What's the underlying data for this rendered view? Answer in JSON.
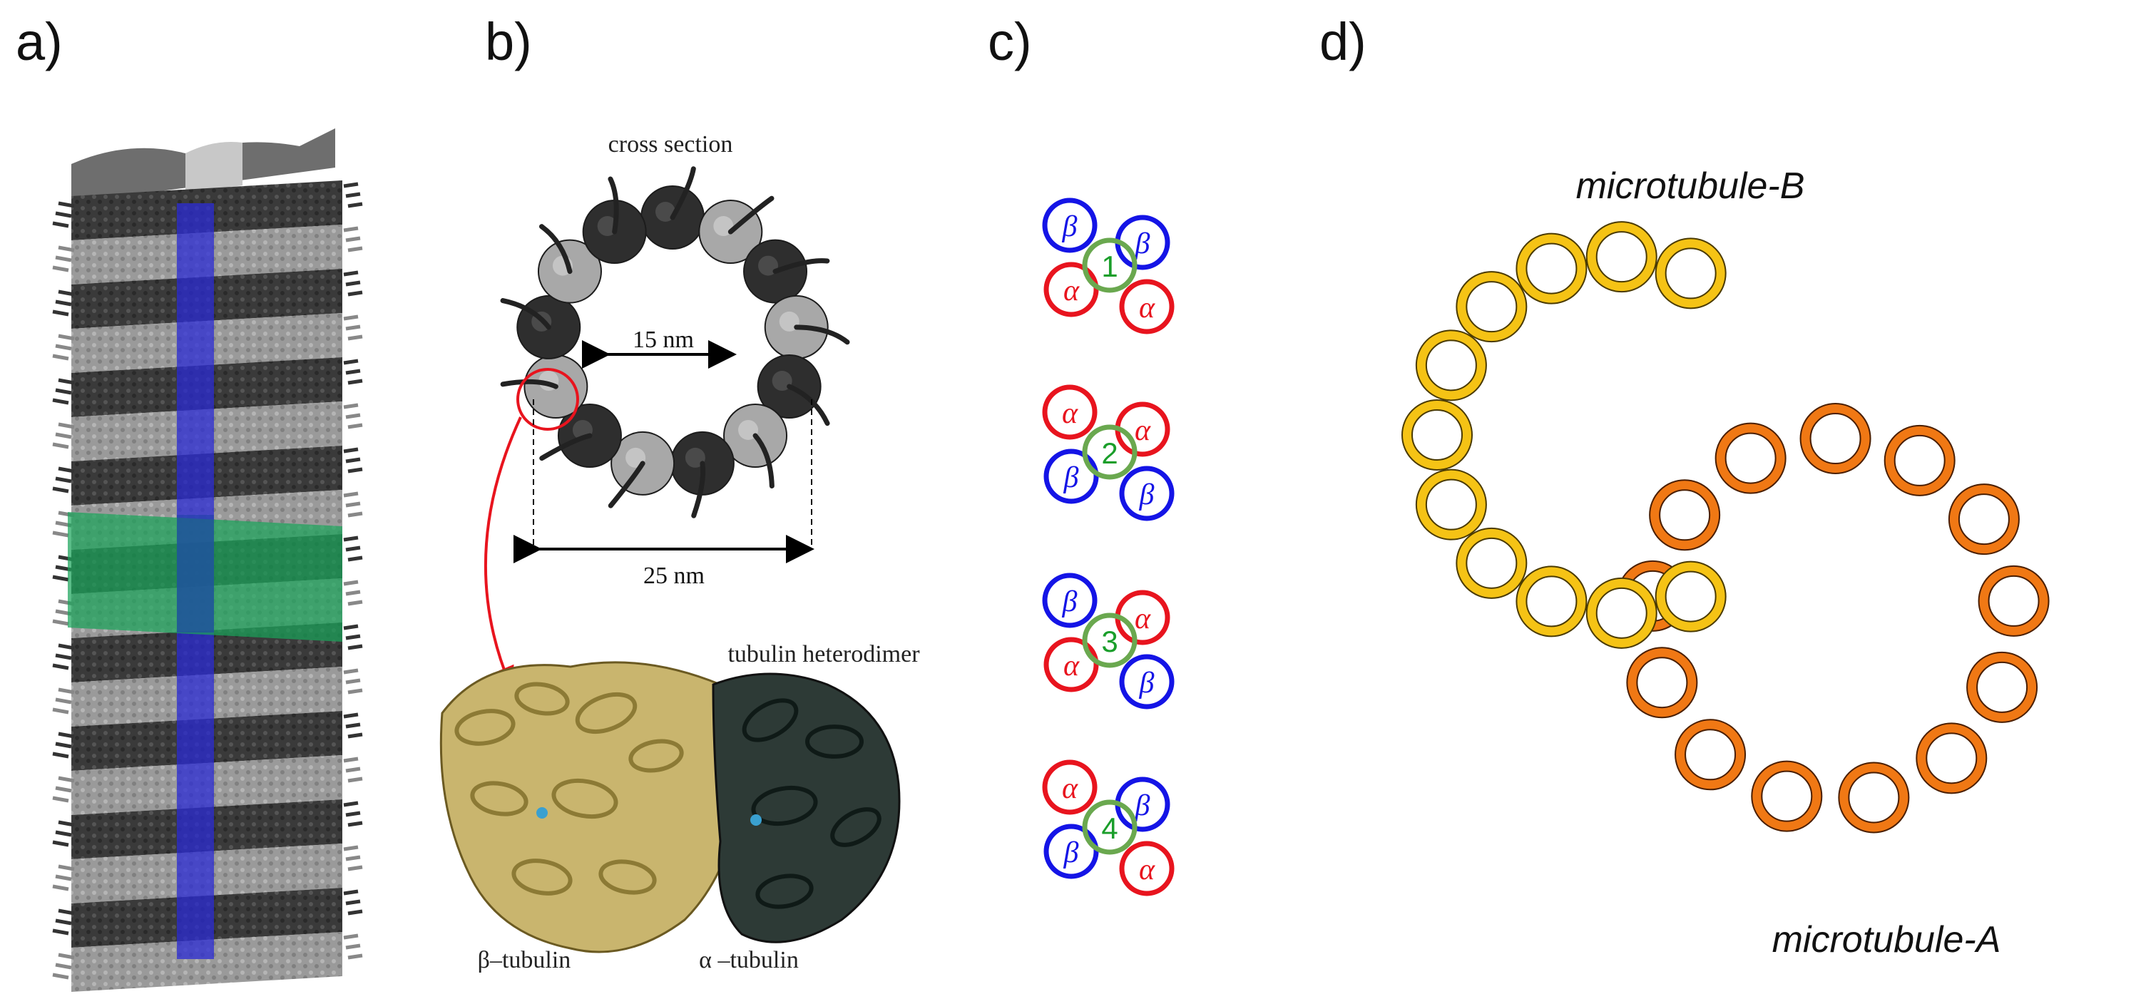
{
  "panels": {
    "a": {
      "label": "a)"
    },
    "b": {
      "label": "b)",
      "cross_section_title": "cross section",
      "inner_diameter": "15 nm",
      "outer_diameter": "25 nm",
      "heterodimer_title": "tubulin heterodimer",
      "beta_label": "β–tubulin",
      "alpha_label": "α –tubulin"
    },
    "c": {
      "label": "c)",
      "alpha_symbol": "α",
      "beta_symbol": "β",
      "groups": [
        {
          "number": "1",
          "top_left": "β",
          "top_right": "β",
          "bottom_left": "α",
          "bottom_right": "α"
        },
        {
          "number": "2",
          "top_left": "α",
          "top_right": "α",
          "bottom_left": "β",
          "bottom_right": "β"
        },
        {
          "number": "3",
          "top_left": "β",
          "top_right": "α",
          "bottom_left": "α",
          "bottom_right": "β"
        },
        {
          "number": "4",
          "top_left": "α",
          "top_right": "β",
          "bottom_left": "β",
          "bottom_right": "α"
        }
      ],
      "colors": {
        "alpha": "#e8141e",
        "beta": "#1414e6",
        "center": "#6aa84f",
        "number": "#1a9e2a"
      }
    },
    "d": {
      "label": "d)",
      "microtubule_b": "microtubule-B",
      "microtubule_a": "microtubule-A",
      "colors": {
        "b_fill": "#f5c315",
        "b_stroke": "#4a3a00",
        "a_fill": "#f07814",
        "a_stroke": "#4a1e00"
      }
    }
  }
}
